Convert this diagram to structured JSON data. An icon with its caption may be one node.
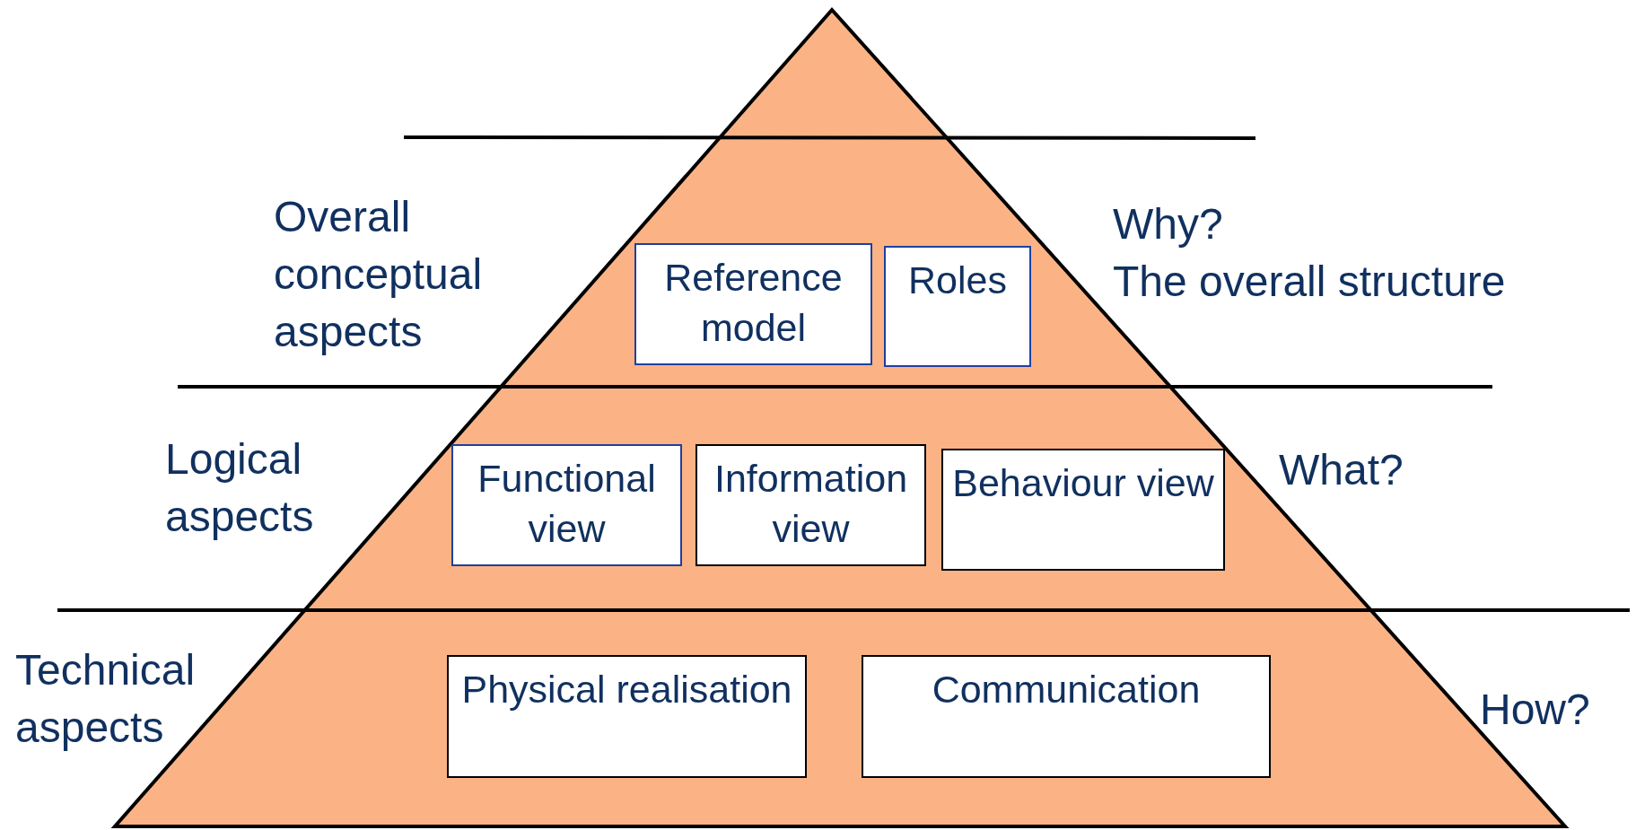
{
  "diagram": {
    "nodes": [
      {
        "text": [
          "Reference model"
        ]
      },
      {
        "text": [
          "Roles"
        ]
      },
      {
        "text": [
          "Functional view"
        ]
      },
      {
        "text": [
          "Information view"
        ]
      },
      {
        "text": [
          "Behaviour view"
        ]
      },
      {
        "text": [
          "Physical realisation"
        ]
      },
      {
        "text": [
          "Communication"
        ]
      }
    ],
    "labels": [
      "Overall conceptual aspects",
      "Why?",
      "The overall structure",
      "Logical aspects",
      "What?",
      "Technical aspects",
      "How?"
    ]
  }
}
